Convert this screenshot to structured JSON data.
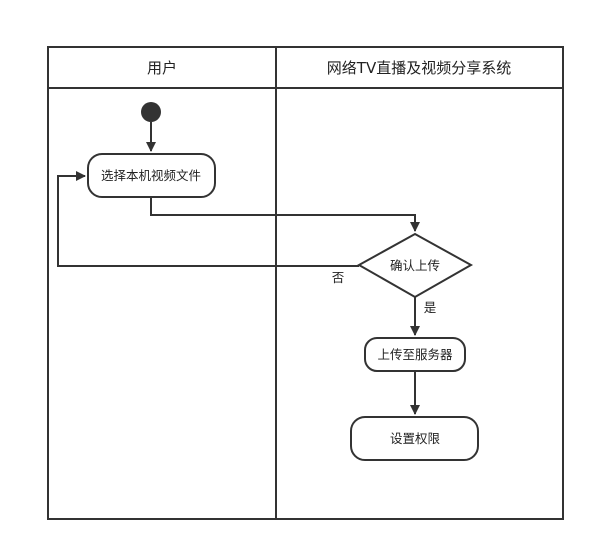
{
  "lanes": [
    {
      "title": "用户"
    },
    {
      "title": "网络TV直播及视频分享系统"
    }
  ],
  "nodes": {
    "select_file": {
      "label": "选择本机视频文件"
    },
    "confirm_upload": {
      "label": "确认上传"
    },
    "upload_server": {
      "label": "上传至服务器"
    },
    "set_permission": {
      "label": "设置权限"
    }
  },
  "edges": {
    "yes_label": "是",
    "no_label": "否"
  },
  "colors": {
    "stroke": "#333333",
    "fill": "#ffffff",
    "start_node": "#333333"
  }
}
